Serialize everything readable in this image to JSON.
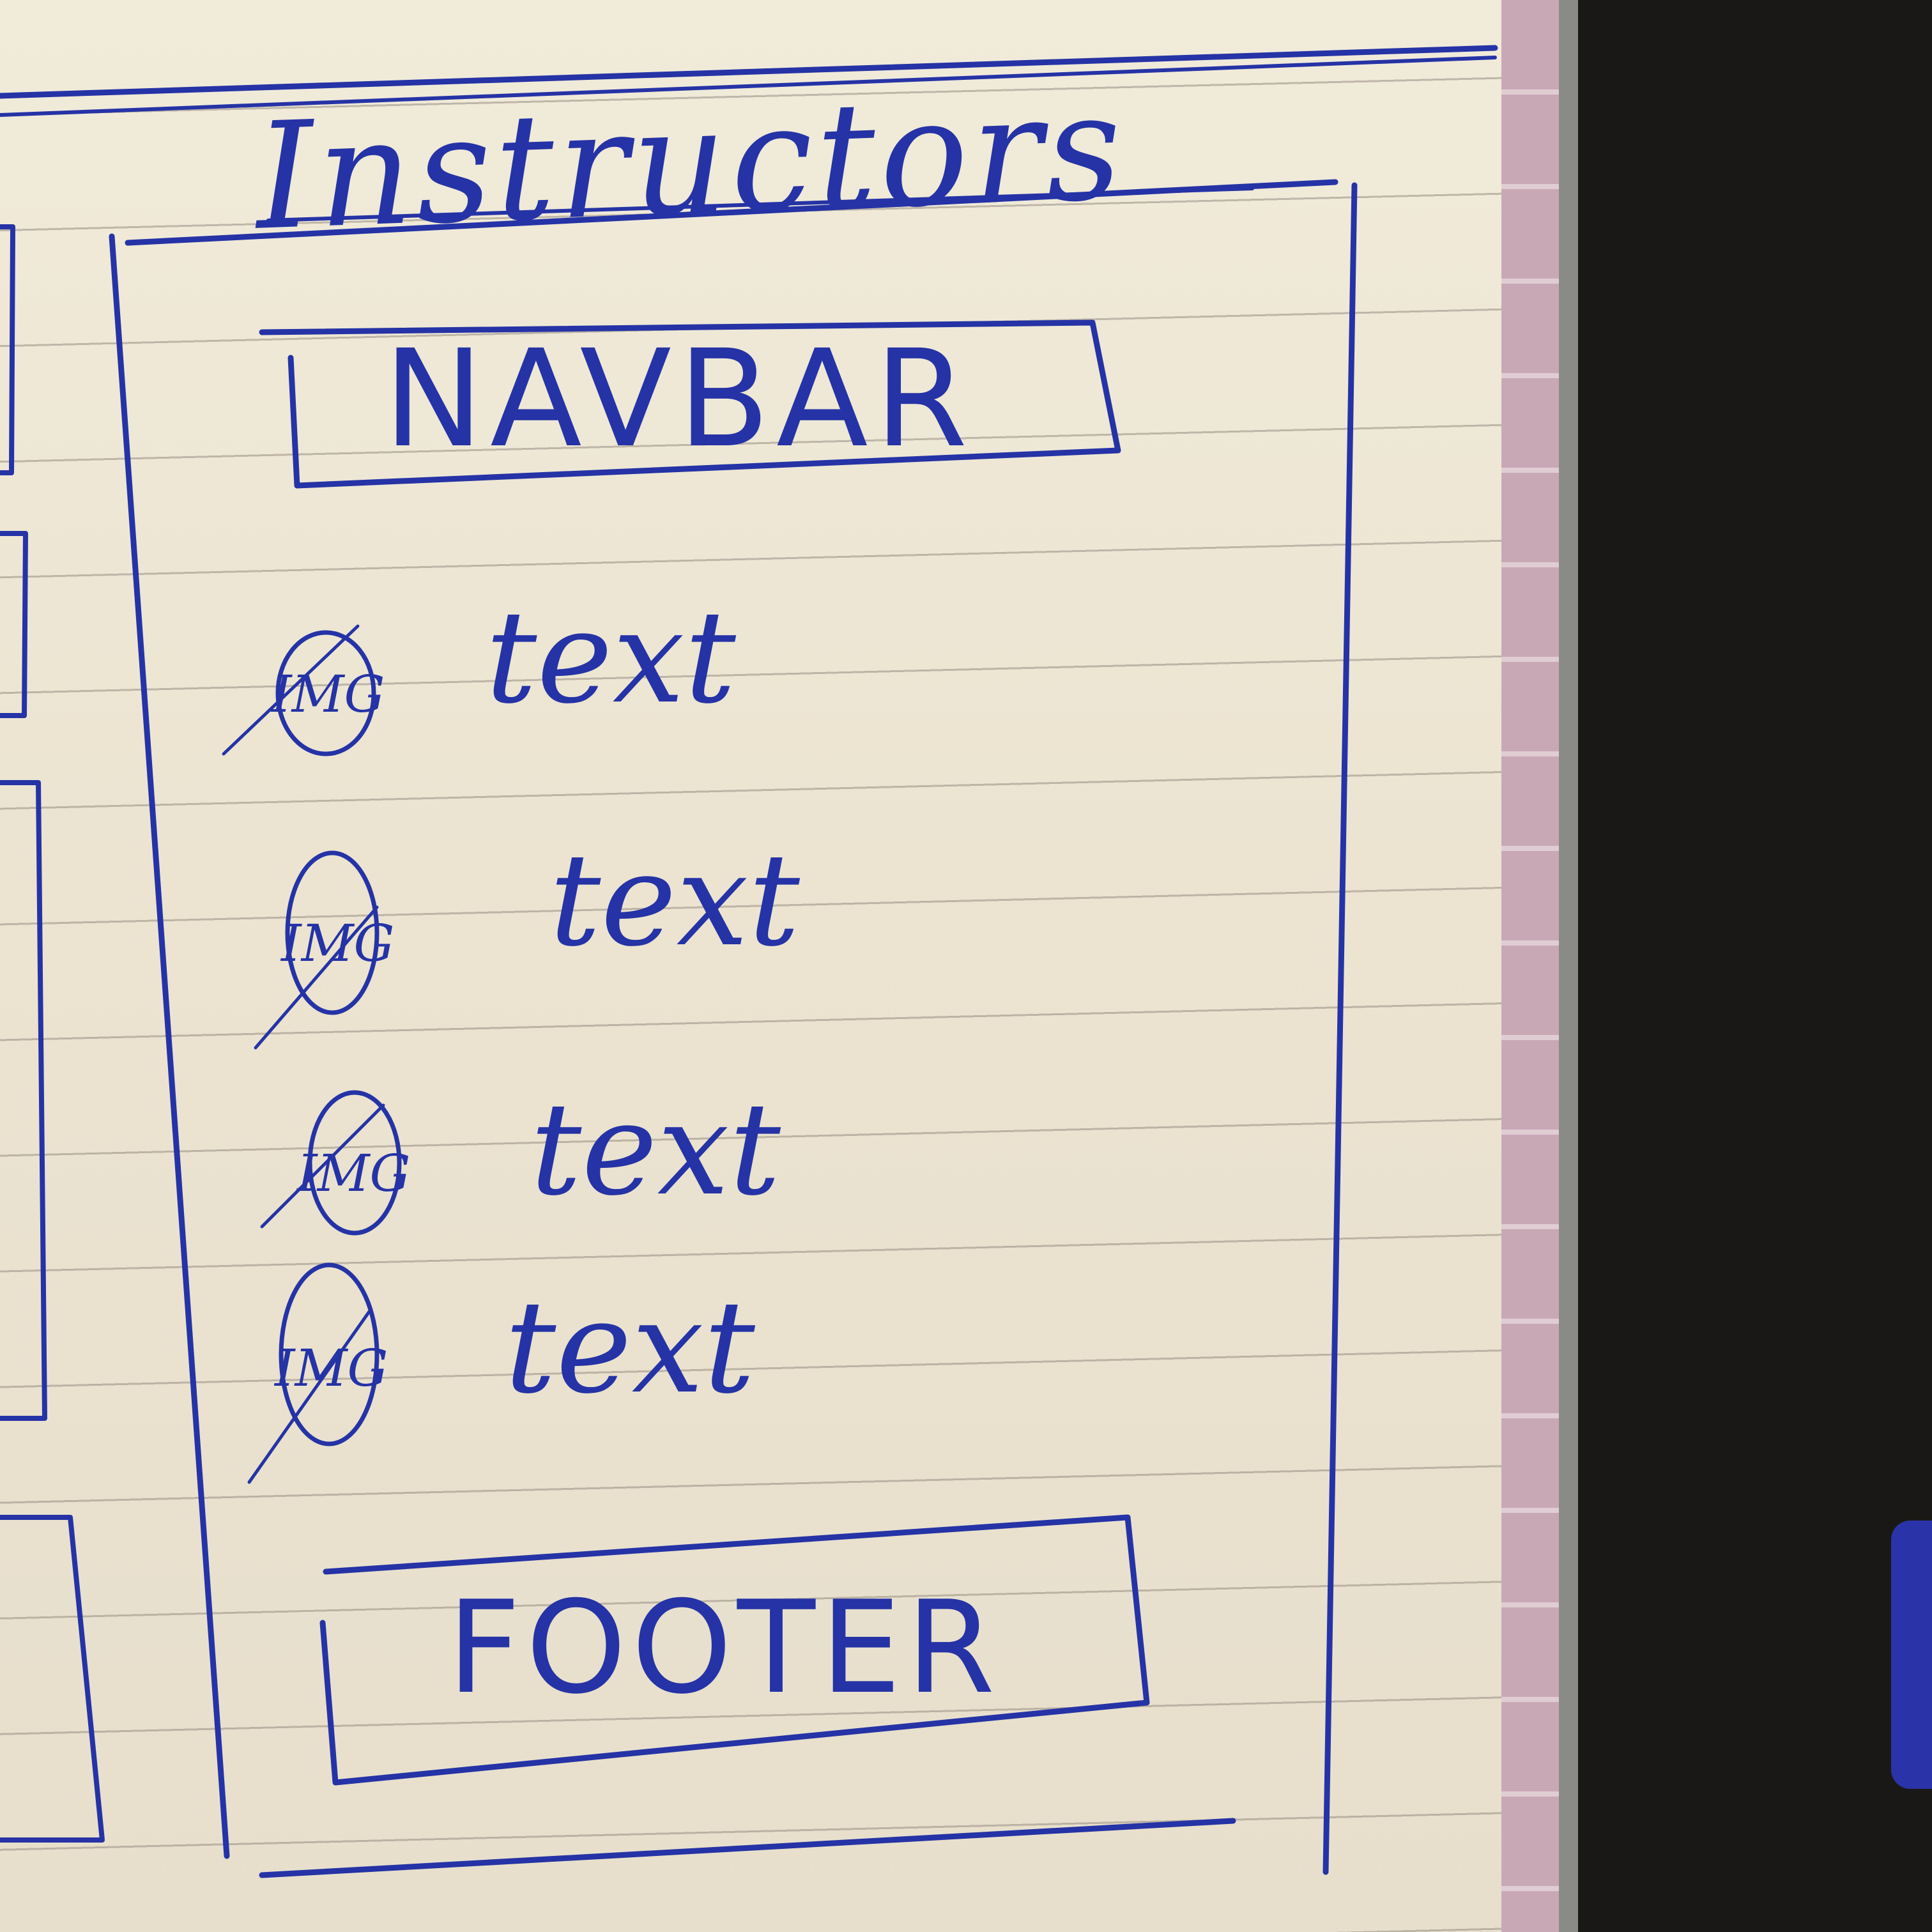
{
  "sketch": {
    "title": "Instructors",
    "navbar": {
      "label": "NAVBAR"
    },
    "items": [
      {
        "image_label": "IMG",
        "text": "text"
      },
      {
        "image_label": "IMG",
        "text": "text"
      },
      {
        "image_label": "IMG",
        "text": "text"
      },
      {
        "image_label": "IMG",
        "text": "text"
      }
    ],
    "footer": {
      "label": "FOOTER"
    }
  },
  "colors": {
    "ink": "#2533a6",
    "paper": "#efe8d6",
    "ruling": "#968c82",
    "margin": "#c9a8b6",
    "background": "#1a1816"
  }
}
